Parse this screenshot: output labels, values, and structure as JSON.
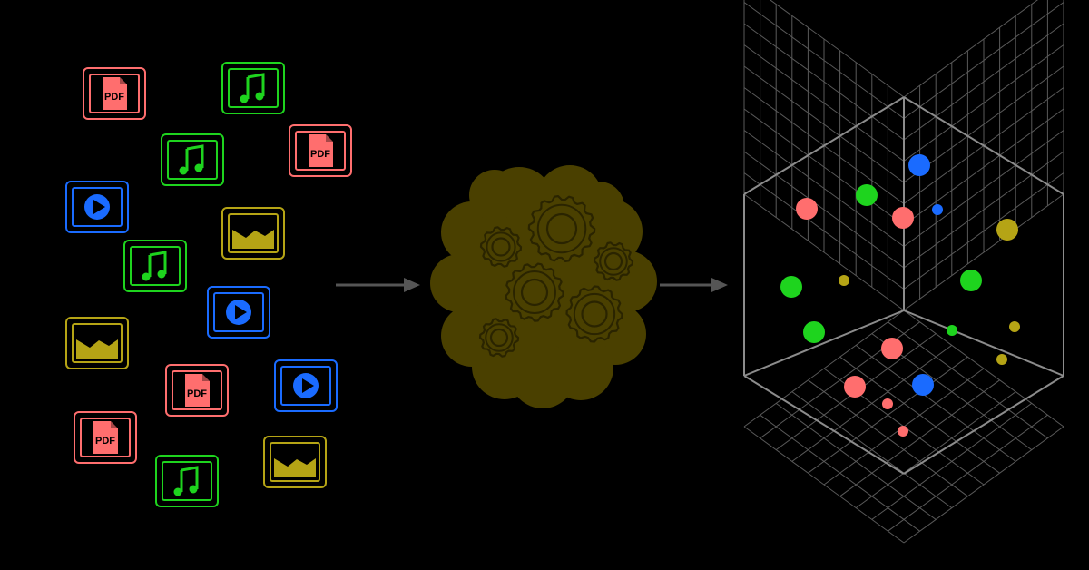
{
  "colors": {
    "background": "#000000",
    "pdf": "#ff6e6e",
    "audio": "#1ed41e",
    "video": "#1a6bff",
    "image": "#b5a415",
    "cloud": "#4a4000",
    "gear_stroke": "#2a2400",
    "arrow": "#555555",
    "grid": "#5a5a5a",
    "frame": "#8c8c8c"
  },
  "files": [
    {
      "type": "pdf",
      "icon": "pdf-file-icon",
      "label": "PDF"
    },
    {
      "type": "audio",
      "icon": "music-note-icon"
    },
    {
      "type": "pdf",
      "icon": "pdf-file-icon",
      "label": "PDF"
    },
    {
      "type": "audio",
      "icon": "music-note-icon"
    },
    {
      "type": "video",
      "icon": "play-icon"
    },
    {
      "type": "image",
      "icon": "landscape-image-icon"
    },
    {
      "type": "audio",
      "icon": "music-note-icon"
    },
    {
      "type": "video",
      "icon": "play-icon"
    },
    {
      "type": "image",
      "icon": "landscape-image-icon"
    },
    {
      "type": "pdf",
      "icon": "pdf-file-icon",
      "label": "PDF"
    },
    {
      "type": "video",
      "icon": "play-icon"
    },
    {
      "type": "pdf",
      "icon": "pdf-file-icon",
      "label": "PDF"
    },
    {
      "type": "image",
      "icon": "landscape-image-icon"
    },
    {
      "type": "audio",
      "icon": "music-note-icon"
    }
  ],
  "processor": {
    "icon": "gears-cloud-icon",
    "gear_count": 6
  },
  "embedding_space": {
    "icon": "3d-grid-cube-icon",
    "grid_divisions": 10
  },
  "embeddings": [
    {
      "type": "video"
    },
    {
      "type": "audio"
    },
    {
      "type": "pdf"
    },
    {
      "type": "pdf"
    },
    {
      "type": "video"
    },
    {
      "type": "image"
    },
    {
      "type": "audio"
    },
    {
      "type": "audio"
    },
    {
      "type": "image"
    },
    {
      "type": "audio"
    },
    {
      "type": "audio"
    },
    {
      "type": "pdf"
    },
    {
      "type": "image"
    },
    {
      "type": "pdf"
    },
    {
      "type": "video"
    },
    {
      "type": "pdf"
    },
    {
      "type": "pdf"
    }
  ]
}
